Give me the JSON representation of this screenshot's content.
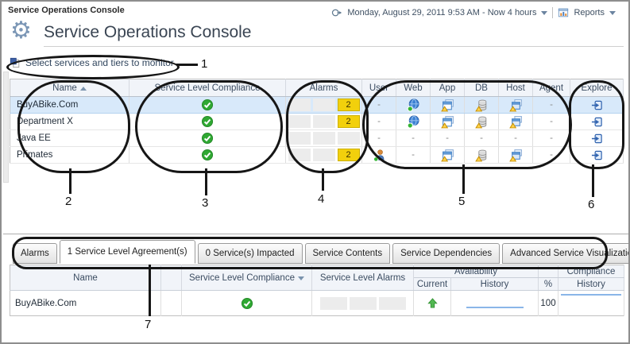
{
  "header": {
    "breadcrumb": "Service Operations Console",
    "title": "Service Operations Console",
    "time_range": "Monday, August 29, 2011 9:53 AM - Now 4 hours",
    "reports_label": "Reports"
  },
  "toolbar": {
    "select_label": "Select services and tiers to monitor"
  },
  "icons": {
    "gear-icon": "⚙",
    "time-range-icon": "clock-with-arrow",
    "reports-icon": "bar-chart-window",
    "dropdown-caret-icon": "triangle-down",
    "panel-select-icon": "blue-square-over-page",
    "sort-asc-icon": "triangle-up",
    "sort-desc-icon": "triangle-down",
    "compliance-ok-icon": "green-circle-check",
    "web-tier-icon": "globe-with-green-dot",
    "app-tier-icon": "window-with-warning",
    "db-tier-icon": "database-with-warning",
    "host-tier-icon": "stacked-windows-with-warning",
    "user-tier-icon": "person-with-green-dot",
    "explore-icon": "arrow-into-box",
    "availability-up-icon": "green-up-arrow"
  },
  "services_table": {
    "columns": [
      "Name",
      "Service Level Compliance",
      "Alarms",
      "User",
      "Web",
      "App",
      "DB",
      "Host",
      "Agent",
      "Explore"
    ],
    "sort_column": "Name",
    "sort_direction": "ascending",
    "rows": [
      {
        "name": "BuyABike.Com",
        "selected": true,
        "compliance": "ok",
        "alarm_count": "2",
        "tiers": {
          "user": "-",
          "web": "ok",
          "app": "warning",
          "db": "warning",
          "host": "warning",
          "agent": "-"
        }
      },
      {
        "name": "Department X",
        "selected": false,
        "compliance": "ok",
        "alarm_count": "2",
        "tiers": {
          "user": "-",
          "web": "ok",
          "app": "warning",
          "db": "warning",
          "host": "warning",
          "agent": "-"
        }
      },
      {
        "name": "Java EE",
        "selected": false,
        "compliance": "ok",
        "alarm_count": "",
        "tiers": {
          "user": "-",
          "web": "-",
          "app": "-",
          "db": "-",
          "host": "-",
          "agent": "-"
        }
      },
      {
        "name": "Primates",
        "selected": false,
        "compliance": "ok",
        "alarm_count": "2",
        "tiers": {
          "user": "ok",
          "web": "-",
          "app": "warning",
          "db": "warning",
          "host": "warning",
          "agent": "-"
        }
      }
    ]
  },
  "tabs": [
    {
      "label": "Alarms",
      "active": false
    },
    {
      "label": "1 Service Level Agreement(s)",
      "active": true
    },
    {
      "label": "0 Service(s) Impacted",
      "active": false
    },
    {
      "label": "Service Contents",
      "active": false
    },
    {
      "label": "Service Dependencies",
      "active": false
    },
    {
      "label": "Advanced Service Visualization",
      "active": false
    }
  ],
  "sla_table": {
    "col_name": "Name",
    "col_compliance": "Service Level Compliance",
    "col_alarms": "Service Level Alarms",
    "group_availability": "Availability",
    "col_current": "Current",
    "col_history": "History",
    "col_pct": "%",
    "group_compliance": "Compliance",
    "col_compliance_history": "History",
    "row": {
      "name": "BuyABike.Com",
      "compliance": "ok",
      "availability_current": "up",
      "availability_history": "flat-line-sparkline",
      "availability_pct": "100",
      "compliance_history": "flat-line-at-top-sparkline"
    }
  },
  "annotations": [
    "1",
    "2",
    "3",
    "4",
    "5",
    "6",
    "7"
  ]
}
